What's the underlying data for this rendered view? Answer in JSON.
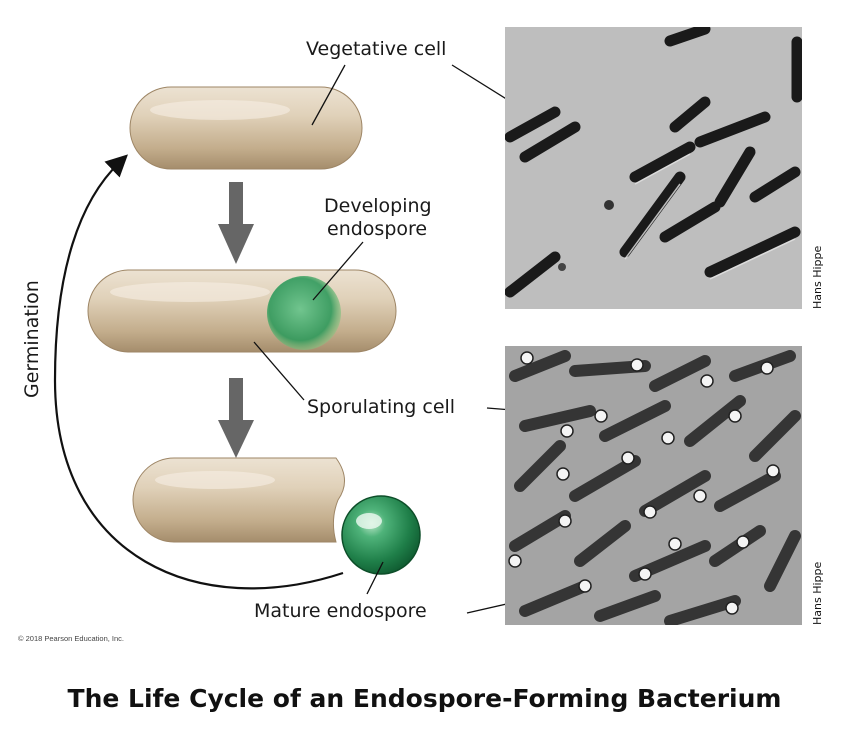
{
  "labels": {
    "vegetative": "Vegetative cell",
    "developing_line1": "Developing",
    "developing_line2": "endospore",
    "sporulating": "Sporulating cell",
    "mature": "Mature endospore",
    "germination": "Germination"
  },
  "credits": {
    "top_photo": "Hans Hippe",
    "bottom_photo": "Hans Hippe"
  },
  "copyright": "© 2018 Pearson Education, Inc.",
  "title": "The Life Cycle of an Endospore-Forming Bacterium",
  "colors": {
    "cell_body": "#d6c4a6",
    "endospore": "#2f9a5c",
    "arrow": "#666666",
    "photo_bg": "#b9b9b9"
  }
}
